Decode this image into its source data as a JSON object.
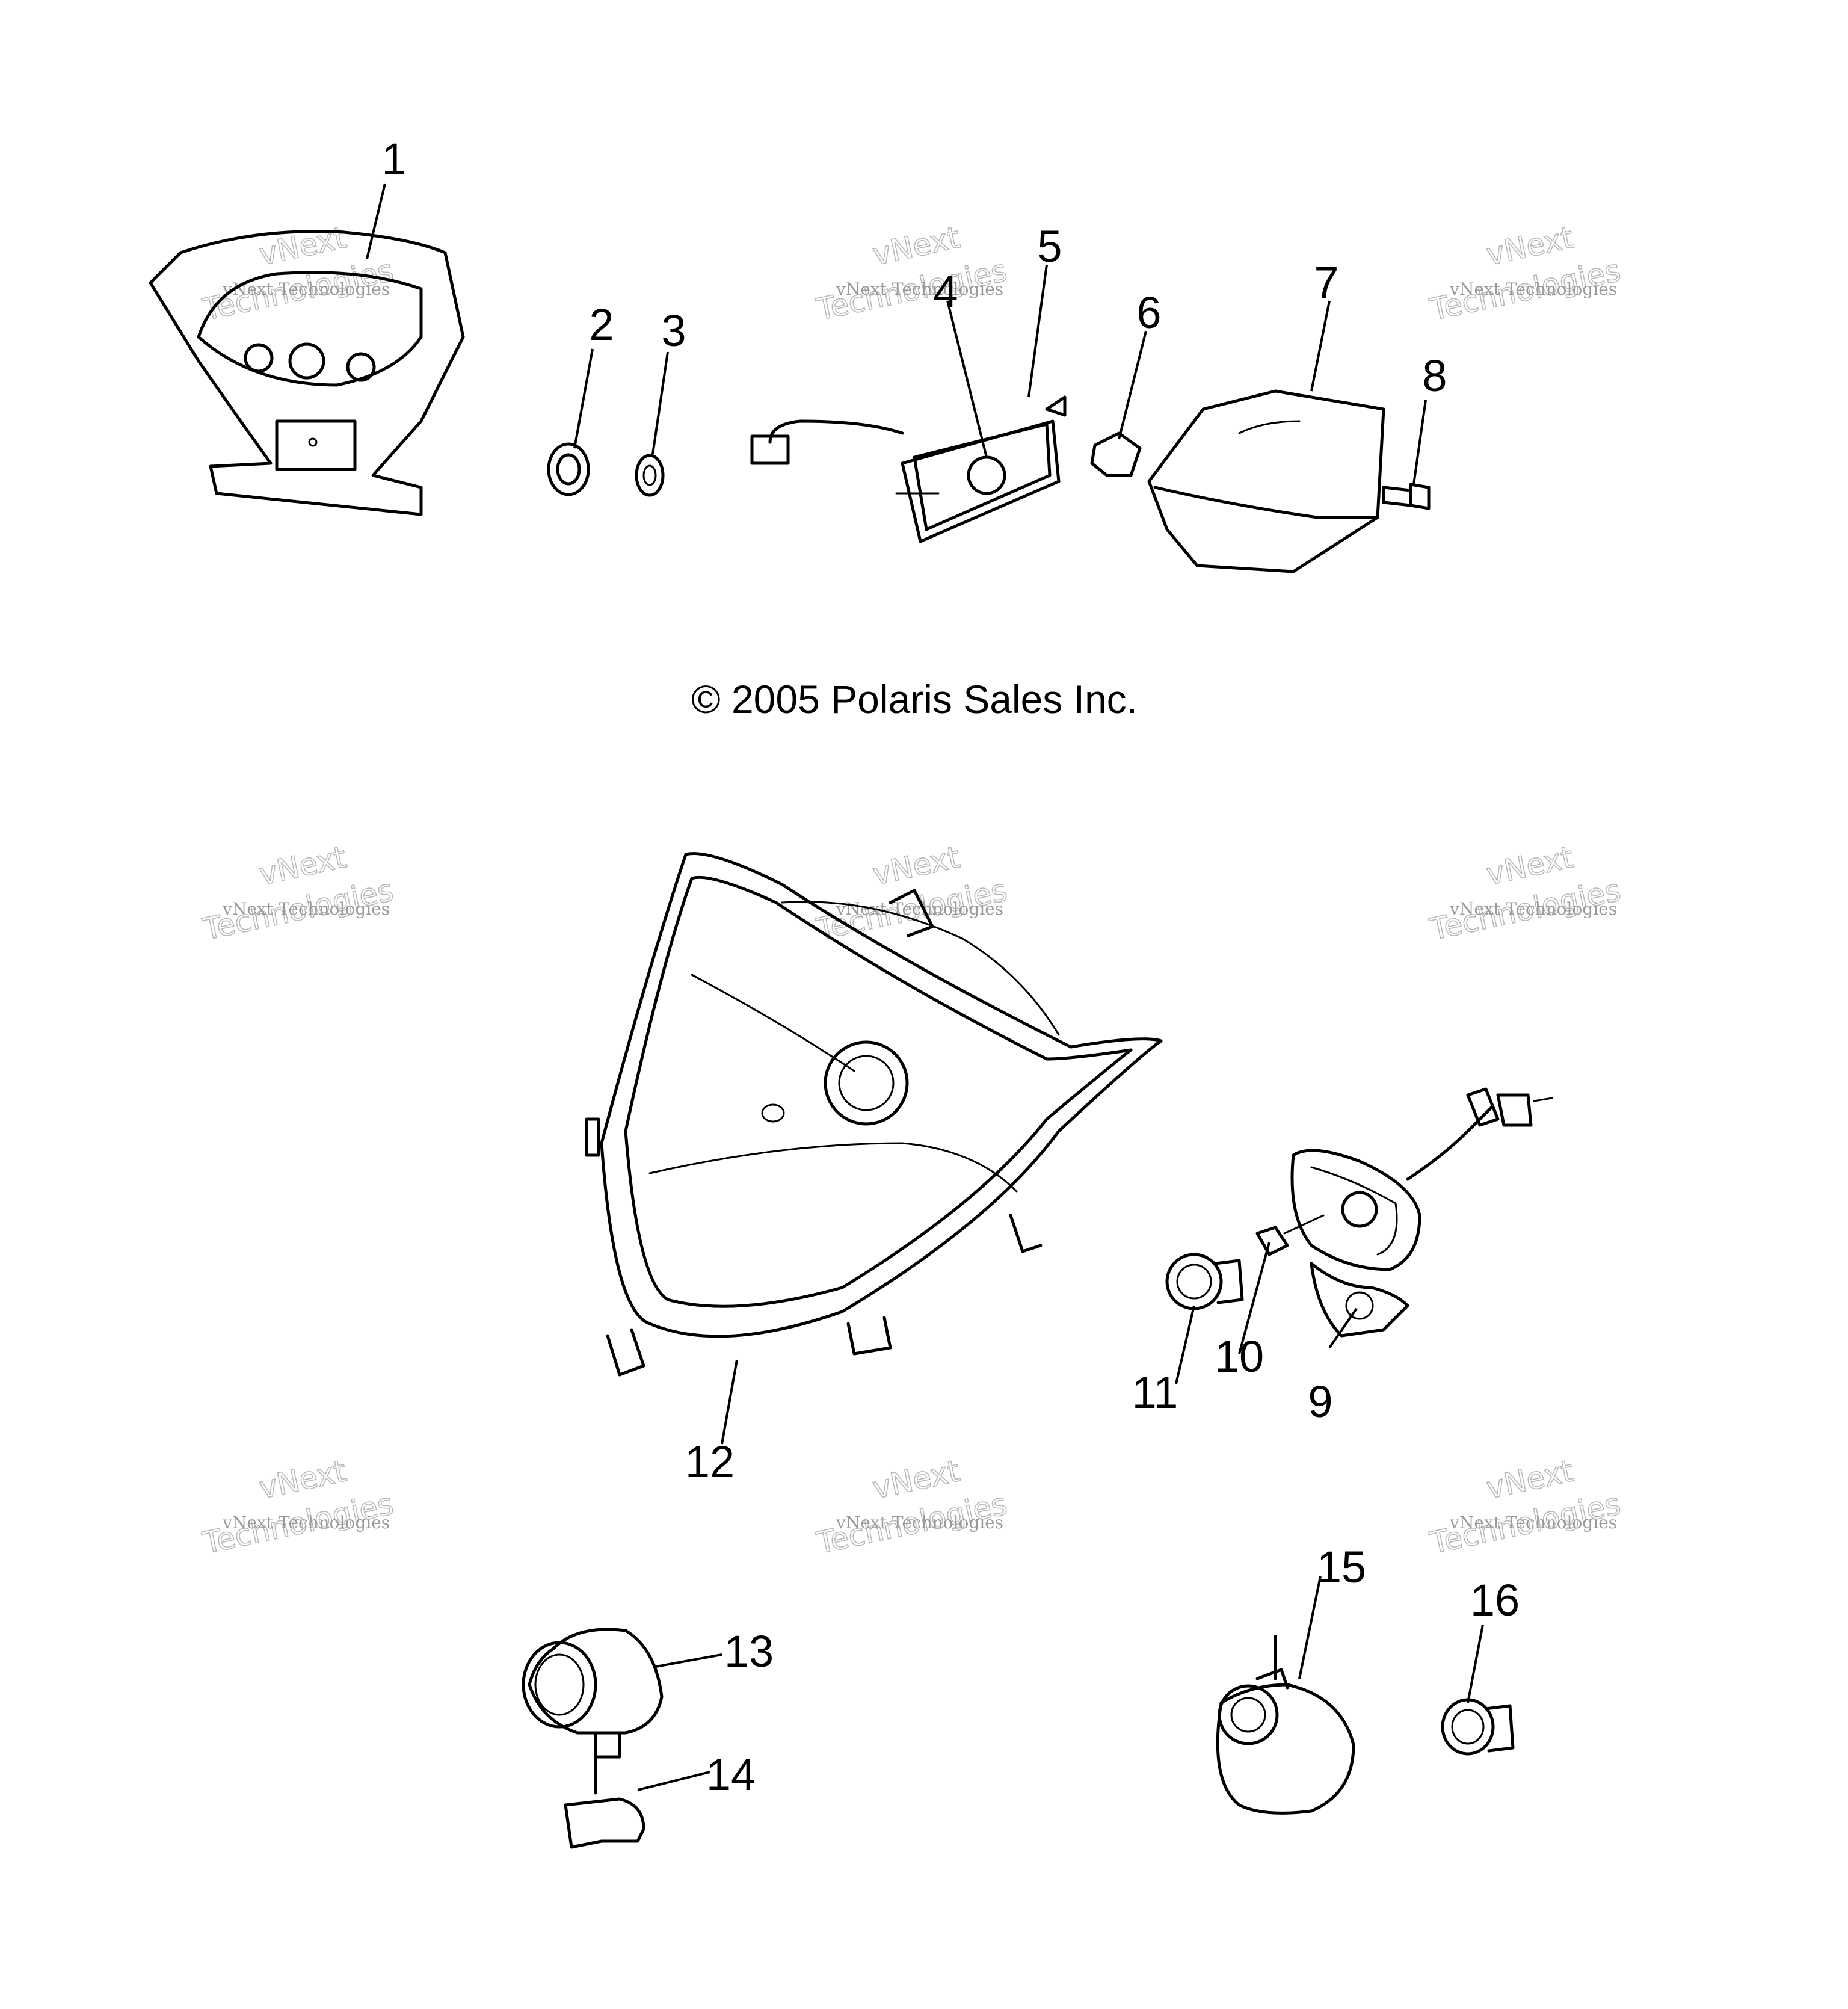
{
  "copyright": "© 2005 Polaris Sales Inc.",
  "watermark": {
    "line1": "vNext Technologies",
    "line2": "vNext",
    "line3": "Technologies"
  },
  "callouts": [
    "1",
    "2",
    "3",
    "4",
    "5",
    "6",
    "7",
    "8",
    "9",
    "10",
    "11",
    "12",
    "13",
    "14",
    "15",
    "16"
  ],
  "colors": {
    "ink": "#000000",
    "watermark": "#b8b8b8"
  }
}
